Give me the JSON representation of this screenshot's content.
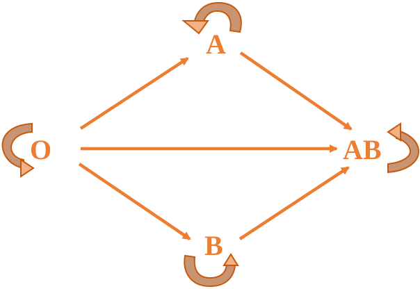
{
  "diagram": {
    "nodes": {
      "a": "A",
      "o": "O",
      "ab": "AB",
      "b": "B"
    },
    "colors": {
      "edge": "#ED7D31",
      "label": "#ED7D31",
      "loop_dark": "#C55A11",
      "loop_light": "#D99A6C",
      "loop_pale": "#F4B183"
    },
    "edges": [
      {
        "from": "O",
        "to": "A"
      },
      {
        "from": "O",
        "to": "AB"
      },
      {
        "from": "O",
        "to": "B"
      },
      {
        "from": "A",
        "to": "AB"
      },
      {
        "from": "B",
        "to": "AB"
      }
    ],
    "self_loops": [
      "A",
      "O",
      "AB",
      "B"
    ]
  }
}
